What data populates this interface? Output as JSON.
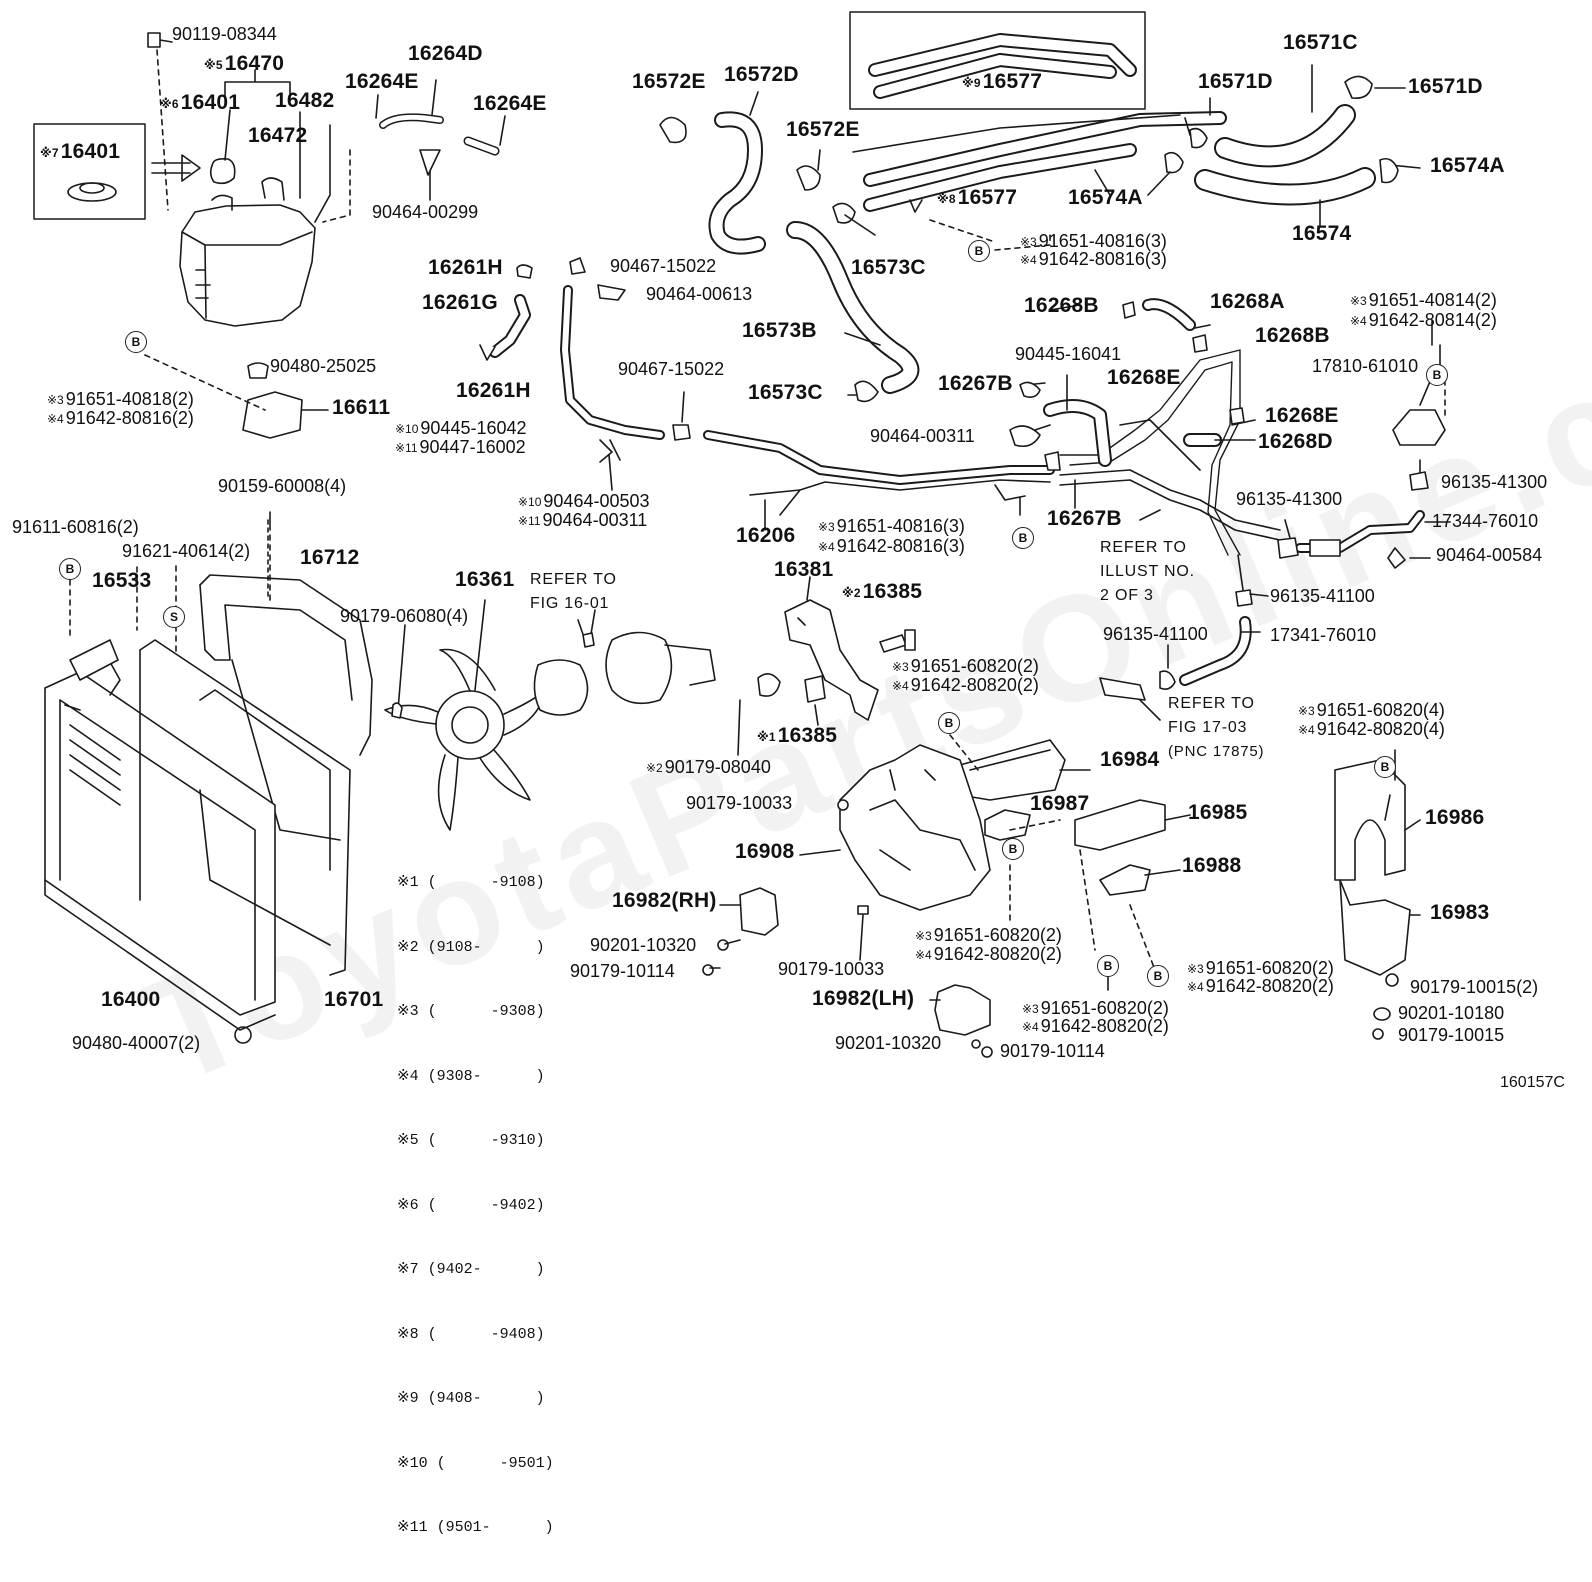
{
  "watermark": "ToyotaPartsOnline.com",
  "doc_id": "160157C",
  "markers": {
    "B": "B",
    "S": "S"
  },
  "parts": {
    "p90119_08344": "90119-08344",
    "p16470": "16470",
    "p16470_mark": "※5",
    "p16401_a": "16401",
    "p16401_a_mark": "※6",
    "p16401_b": "16401",
    "p16401_b_mark": "※7",
    "p16482": "16482",
    "p16472": "16472",
    "p16264D": "16264D",
    "p16264E_a": "16264E",
    "p16264E_b": "16264E",
    "p90464_00299": "90464-00299",
    "p16572E_a": "16572E",
    "p16572D": "16572D",
    "p16572E_b": "16572E",
    "p16577_a": "16577",
    "p16577_a_mark": "※9",
    "p16577_b": "16577",
    "p16577_b_mark": "※8",
    "p16571D_a": "16571D",
    "p16571C": "16571C",
    "p16571D_b": "16571D",
    "p16574A_a": "16574A",
    "p16574A_b": "16574A",
    "p16574": "16574",
    "p16573C_a": "16573C",
    "p16573B": "16573B",
    "p16573C_b": "16573C",
    "b_91651_40816_3": "91651-40816(3)",
    "b_91642_80816_3": "91642-80816(3)",
    "mark3": "※3",
    "mark4": "※4",
    "p16261H_a": "16261H",
    "p16261G": "16261G",
    "p16261H_b": "16261H",
    "p90467_15022_a": "90467-15022",
    "p90464_00613": "90464-00613",
    "p90467_15022_b": "90467-15022",
    "p90480_25025": "90480-25025",
    "b_91651_40818_2": "91651-40818(2)",
    "b_91642_80816_2": "91642-80816(2)",
    "p16611": "16611",
    "p90445_16042": "90445-16042",
    "p90445_16042_mark": "※10",
    "p90447_16002": "90447-16002",
    "p90447_16002_mark": "※11",
    "p90464_00503": "90464-00503",
    "p90464_00503_mark": "※10",
    "p90464_00311_a": "90464-00311",
    "p90464_00311_a_mark": "※11",
    "p16206": "16206",
    "b_91651_40816_3b": "91651-40816(3)",
    "b_91642_80816_3b": "91642-80816(3)",
    "p16268B_a": "16268B",
    "p16268A": "16268A",
    "p16268B_b": "16268B",
    "p90445_16041": "90445-16041",
    "p16268E_a": "16268E",
    "p16267B_a": "16267B",
    "p90464_00311_b": "90464-00311",
    "p16268E_b": "16268E",
    "p16268D": "16268D",
    "p16267B_b": "16267B",
    "b_91651_40814_2": "91651-40814(2)",
    "b_91642_80814_2": "91642-80814(2)",
    "p17810_61010": "17810-61010",
    "p96135_41300_a": "96135-41300",
    "p96135_41300_b": "96135-41300",
    "p17344_76010": "17344-76010",
    "p90464_00584": "90464-00584",
    "p96135_41100_a": "96135-41100",
    "p96135_41100_b": "96135-41100",
    "p17341_76010": "17341-76010",
    "ref_illust_1": "REFER TO",
    "ref_illust_2": "ILLUST NO.",
    "ref_illust_3": "2 OF 3",
    "ref_fig1703_1": "REFER TO",
    "ref_fig1703_2": "FIG 17-03",
    "ref_fig1703_3": "(PNC 17875)",
    "p90159_60008": "90159-60008(4)",
    "p91611_60816": "91611-60816(2)",
    "p91621_40614": "91621-40614(2)",
    "p16533": "16533",
    "p16712": "16712",
    "p90179_06080": "90179-06080(4)",
    "p16361": "16361",
    "ref_fig1601_1": "REFER TO",
    "ref_fig1601_2": "FIG 16-01",
    "p16381": "16381",
    "p16385_a": "16385",
    "p16385_a_mark": "※2",
    "b_91651_60820_2a": "91651-60820(2)",
    "b_91642_80820_2a": "91642-80820(2)",
    "p16385_b": "16385",
    "p16385_b_mark": "※1",
    "p90179_08040": "90179-08040",
    "p90179_08040_mark": "※2",
    "p16984": "16984",
    "p90179_10033_a": "90179-10033",
    "p16987": "16987",
    "p16985": "16985",
    "p16908": "16908",
    "p16988": "16988",
    "b_91651_60820_4": "91651-60820(4)",
    "b_91642_80820_4": "91642-80820(4)",
    "p16986": "16986",
    "p16983": "16983",
    "p16982RH": "16982(RH)",
    "p90201_10320_a": "90201-10320",
    "p90179_10114_a": "90179-10114",
    "p90179_10033_b": "90179-10033",
    "b_91651_60820_2b": "91651-60820(2)",
    "b_91642_80820_2b": "91642-80820(2)",
    "b_91651_60820_2c": "91651-60820(2)",
    "b_91642_80820_2c": "91642-80820(2)",
    "b_91651_60820_2d": "91651-60820(2)",
    "b_91642_80820_2d": "91642-80820(2)",
    "p16982LH": "16982(LH)",
    "p90201_10320_b": "90201-10320",
    "p90179_10114_b": "90179-10114",
    "p90179_10015_a": "90179-10015(2)",
    "p90201_10180": "90201-10180",
    "p90179_10015_b": "90179-10015",
    "p16400": "16400",
    "p16701": "16701",
    "p90480_40007": "90480-40007(2)"
  },
  "legend": [
    "※1 (      -9108)",
    "※2 (9108-      )",
    "※3 (      -9308)",
    "※4 (9308-      )",
    "※5 (      -9310)",
    "※6 (      -9402)",
    "※7 (9402-      )",
    "※8 (      -9408)",
    "※9 (9408-      )",
    "※10 (      -9501)",
    "※11 (9501-      )"
  ]
}
